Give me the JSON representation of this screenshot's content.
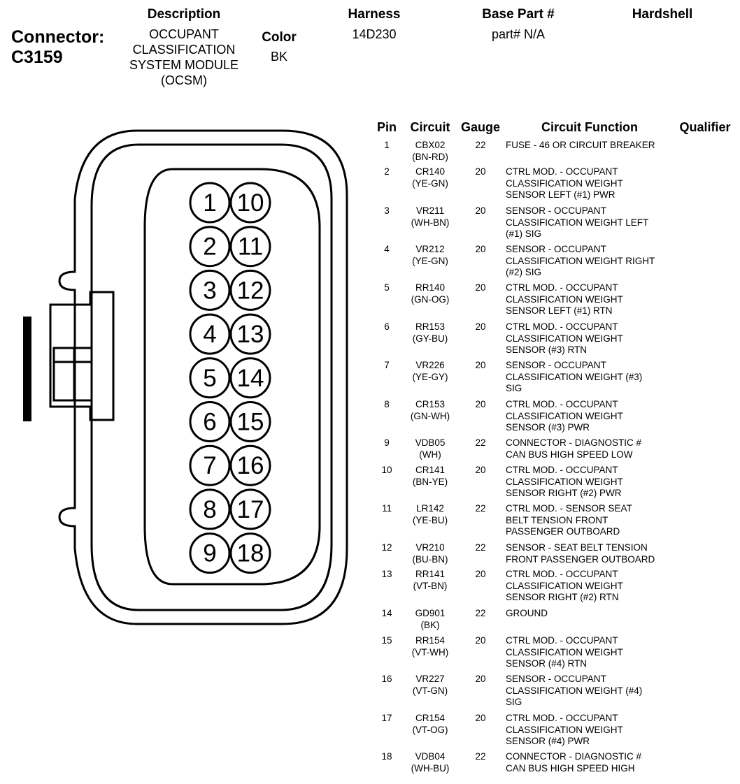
{
  "header": {
    "connector_label": "Connector:",
    "connector_id": "C3159",
    "description_label": "Description",
    "description_lines": [
      "OCCUPANT",
      "CLASSIFICATION",
      "SYSTEM MODULE",
      "(OCSM)"
    ],
    "color_label": "Color",
    "color_value": "BK",
    "harness_label": "Harness",
    "harness_value": "14D230",
    "base_part_label": "Base Part #",
    "base_part_value": "part# N/A",
    "hardshell_label": "Hardshell"
  },
  "connector_pins": {
    "left": [
      "1",
      "2",
      "3",
      "4",
      "5",
      "6",
      "7",
      "8",
      "9"
    ],
    "right": [
      "10",
      "11",
      "12",
      "13",
      "14",
      "15",
      "16",
      "17",
      "18"
    ]
  },
  "table": {
    "columns": [
      "Pin",
      "Circuit",
      "Gauge",
      "Circuit Function",
      "Qualifier"
    ],
    "rows": [
      {
        "pin": "1",
        "circuit": [
          "CBX02",
          "(BN-RD)"
        ],
        "gauge": "22",
        "function": [
          "FUSE - 46 OR CIRCUIT BREAKER"
        ]
      },
      {
        "pin": "2",
        "circuit": [
          "CR140",
          "(YE-GN)"
        ],
        "gauge": "20",
        "function": [
          "CTRL MOD. - OCCUPANT",
          "CLASSIFICATION WEIGHT",
          "SENSOR LEFT (#1) PWR"
        ]
      },
      {
        "pin": "3",
        "circuit": [
          "VR211",
          "(WH-BN)"
        ],
        "gauge": "20",
        "function": [
          "SENSOR - OCCUPANT",
          "CLASSIFICATION WEIGHT LEFT",
          "(#1) SIG"
        ]
      },
      {
        "pin": "4",
        "circuit": [
          "VR212",
          "(YE-GN)"
        ],
        "gauge": "20",
        "function": [
          "SENSOR - OCCUPANT",
          "CLASSIFICATION WEIGHT RIGHT",
          "(#2) SIG"
        ]
      },
      {
        "pin": "5",
        "circuit": [
          "RR140",
          "(GN-OG)"
        ],
        "gauge": "20",
        "function": [
          "CTRL MOD. - OCCUPANT",
          "CLASSIFICATION WEIGHT",
          "SENSOR LEFT (#1) RTN"
        ]
      },
      {
        "pin": "6",
        "circuit": [
          "RR153",
          "(GY-BU)"
        ],
        "gauge": "20",
        "function": [
          "CTRL MOD. - OCCUPANT",
          "CLASSIFICATION WEIGHT",
          "SENSOR (#3) RTN"
        ]
      },
      {
        "pin": "7",
        "circuit": [
          "VR226",
          "(YE-GY)"
        ],
        "gauge": "20",
        "function": [
          "SENSOR - OCCUPANT",
          "CLASSIFICATION WEIGHT (#3)",
          "SIG"
        ]
      },
      {
        "pin": "8",
        "circuit": [
          "CR153",
          "(GN-WH)"
        ],
        "gauge": "20",
        "function": [
          "CTRL MOD. - OCCUPANT",
          "CLASSIFICATION WEIGHT",
          "SENSOR (#3) PWR"
        ]
      },
      {
        "pin": "9",
        "circuit": [
          "VDB05",
          "(WH)"
        ],
        "gauge": "22",
        "function": [
          "CONNECTOR - DIAGNOSTIC #",
          "CAN BUS HIGH SPEED LOW"
        ]
      },
      {
        "pin": "10",
        "circuit": [
          "CR141",
          "(BN-YE)"
        ],
        "gauge": "20",
        "function": [
          "CTRL MOD. - OCCUPANT",
          "CLASSIFICATION WEIGHT",
          "SENSOR RIGHT (#2) PWR"
        ]
      },
      {
        "pin": "11",
        "circuit": [
          "LR142",
          "(YE-BU)"
        ],
        "gauge": "22",
        "function": [
          "CTRL MOD. - SENSOR SEAT",
          "BELT TENSION FRONT",
          "PASSENGER OUTBOARD"
        ]
      },
      {
        "pin": "12",
        "circuit": [
          "VR210",
          "(BU-BN)"
        ],
        "gauge": "22",
        "function": [
          "SENSOR - SEAT BELT TENSION",
          "FRONT PASSENGER OUTBOARD"
        ]
      },
      {
        "pin": "13",
        "circuit": [
          "RR141",
          "(VT-BN)"
        ],
        "gauge": "20",
        "function": [
          "CTRL MOD. - OCCUPANT",
          "CLASSIFICATION WEIGHT",
          "SENSOR RIGHT (#2) RTN"
        ]
      },
      {
        "pin": "14",
        "circuit": [
          "GD901",
          "(BK)"
        ],
        "gauge": "22",
        "function": [
          "GROUND"
        ]
      },
      {
        "pin": "15",
        "circuit": [
          "RR154",
          "(VT-WH)"
        ],
        "gauge": "20",
        "function": [
          "CTRL MOD. - OCCUPANT",
          "CLASSIFICATION WEIGHT",
          "SENSOR (#4) RTN"
        ]
      },
      {
        "pin": "16",
        "circuit": [
          "VR227",
          "(VT-GN)"
        ],
        "gauge": "20",
        "function": [
          "SENSOR - OCCUPANT",
          "CLASSIFICATION WEIGHT (#4)",
          "SIG"
        ]
      },
      {
        "pin": "17",
        "circuit": [
          "CR154",
          "(VT-OG)"
        ],
        "gauge": "20",
        "function": [
          "CTRL MOD. - OCCUPANT",
          "CLASSIFICATION WEIGHT",
          "SENSOR (#4) PWR"
        ]
      },
      {
        "pin": "18",
        "circuit": [
          "VDB04",
          "(WH-BU)"
        ],
        "gauge": "22",
        "function": [
          "CONNECTOR - DIAGNOSTIC #",
          "CAN BUS HIGH SPEED HIGH"
        ]
      }
    ]
  }
}
